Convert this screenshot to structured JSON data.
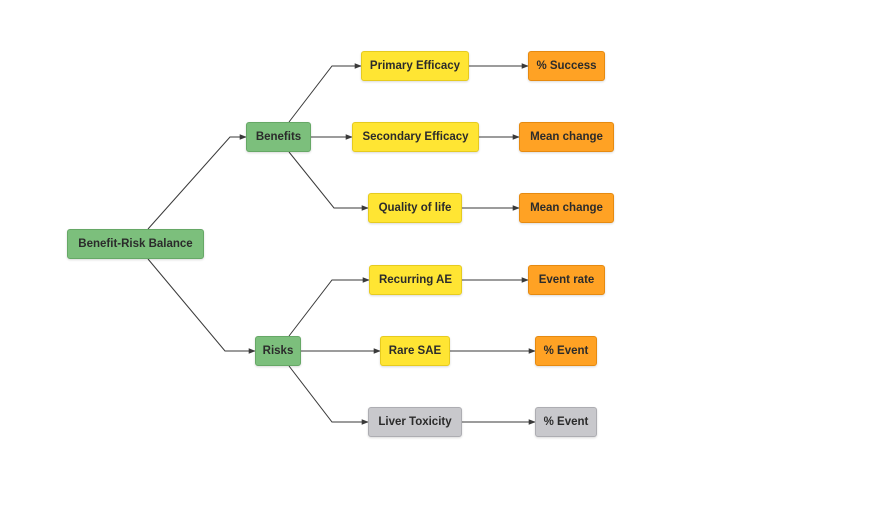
{
  "colors": {
    "root": "#7cbf7c",
    "branch": "#7cbf7c",
    "criterion": "#ffe533",
    "measure": "#ffa224",
    "inactive": "#c8c8cc",
    "edge": "#3a3a3a"
  },
  "tree": {
    "root": "Benefit-Risk Balance",
    "benefits": {
      "label": "Benefits",
      "criteria": [
        {
          "label": "Primary Efficacy",
          "measure": "% Success"
        },
        {
          "label": "Secondary Efficacy",
          "measure": "Mean change"
        },
        {
          "label": "Quality of life",
          "measure": "Mean change"
        }
      ]
    },
    "risks": {
      "label": "Risks",
      "criteria": [
        {
          "label": "Recurring AE",
          "measure": "Event rate"
        },
        {
          "label": "Rare SAE",
          "measure": "% Event"
        },
        {
          "label": "Liver Toxicity",
          "measure": "% Event"
        }
      ]
    }
  }
}
